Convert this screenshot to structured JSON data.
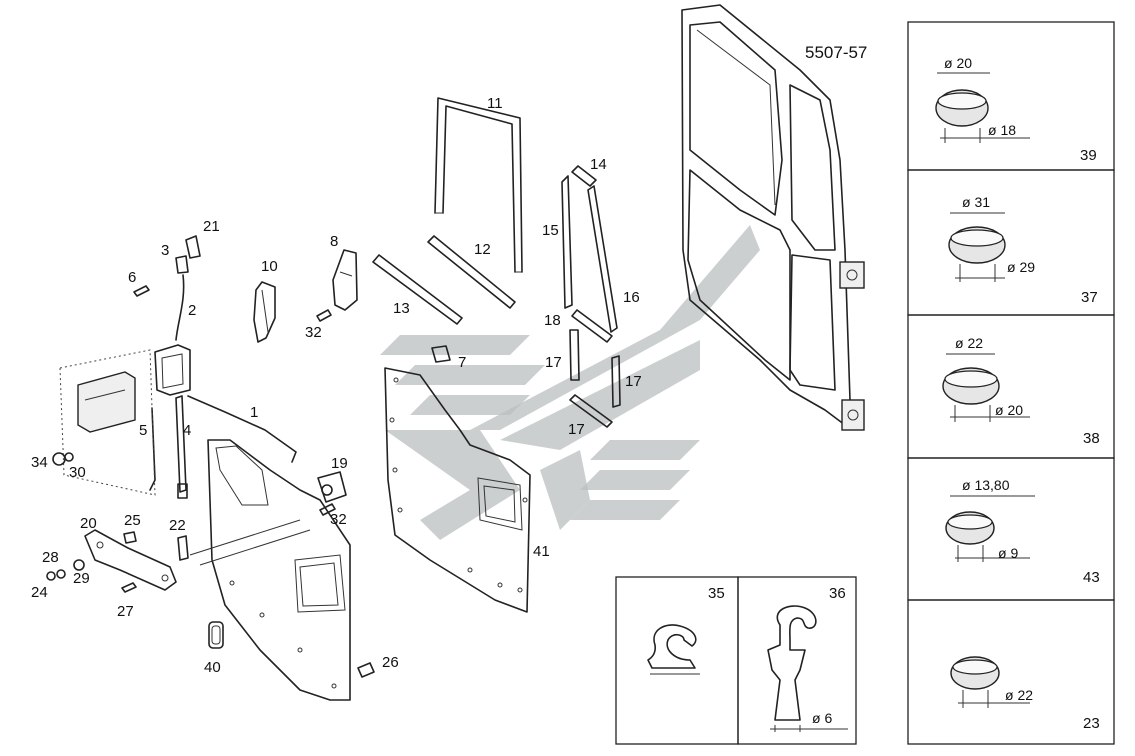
{
  "diagram_code": "5507-57",
  "parts": {
    "p1": "1",
    "p2": "2",
    "p3": "3",
    "p4": "4",
    "p5": "5",
    "p6": "6",
    "p7": "7",
    "p8": "8",
    "p10": "10",
    "p11": "11",
    "p12": "12",
    "p13": "13",
    "p14": "14",
    "p15": "15",
    "p16": "16",
    "p17a": "17",
    "p17b": "17",
    "p17c": "17",
    "p18": "18",
    "p19": "19",
    "p20": "20",
    "p21": "21",
    "p22": "22",
    "p24": "24",
    "p25": "25",
    "p26": "26",
    "p27": "27",
    "p28": "28",
    "p29": "29",
    "p30": "30",
    "p32a": "32",
    "p32b": "32",
    "p34": "34",
    "p40": "40",
    "p41": "41"
  },
  "bottom_panels": [
    {
      "number": "35"
    },
    {
      "number": "36",
      "dimension": "ø 6"
    }
  ],
  "plug_panels": [
    {
      "number": "39",
      "top_dimension": "ø 20",
      "bottom_dimension": "ø 18"
    },
    {
      "number": "37",
      "top_dimension": "ø 31",
      "bottom_dimension": "ø 29"
    },
    {
      "number": "38",
      "top_dimension": "ø 22",
      "bottom_dimension": "ø 20"
    },
    {
      "number": "43",
      "top_dimension": "ø 13,80",
      "bottom_dimension": "ø 9"
    },
    {
      "number": "23",
      "top_dimension": "",
      "bottom_dimension": "ø 22"
    }
  ]
}
